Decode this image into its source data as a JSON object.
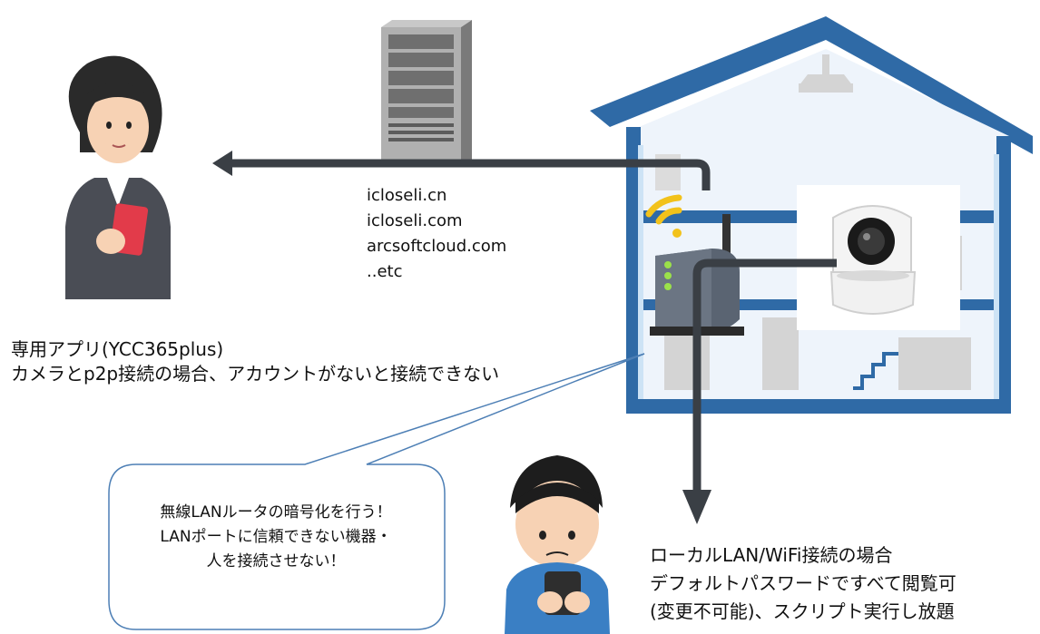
{
  "server": {
    "domains": [
      "icloseli.cn",
      "icloseli.com",
      "arcsoftcloud.com",
      "..etc"
    ]
  },
  "app_note": {
    "line1": "専用アプリ(YCC365plus)",
    "line2": "カメラとp2p接続の場合、アカウントがないと接続できない"
  },
  "advice_bubble": {
    "line1": "無線LANルータの暗号化を行う！",
    "line2": "LANポートに信頼できない機器・",
    "line3": "人を接続させない！"
  },
  "local_note": {
    "line1": "ローカルLAN/WiFi接続の場合",
    "line2": "デフォルトパスワードですべて閲覧可",
    "line3": "(変更不可能)、スクリプト実行し放題"
  },
  "colors": {
    "arrow": "#3a3f45",
    "house_stroke": "#2f6aa6",
    "house_light": "#cde3f5",
    "interior": "#d4d4d4",
    "wifi": "#f2c21b",
    "server": "#9a9a9a",
    "bubble_stroke": "#4d7fb5"
  },
  "icons": [
    "woman-with-phone-icon",
    "server-rack-icon",
    "house-icon",
    "router-icon",
    "wifi-icon",
    "camera-icon",
    "boy-with-phone-icon"
  ]
}
